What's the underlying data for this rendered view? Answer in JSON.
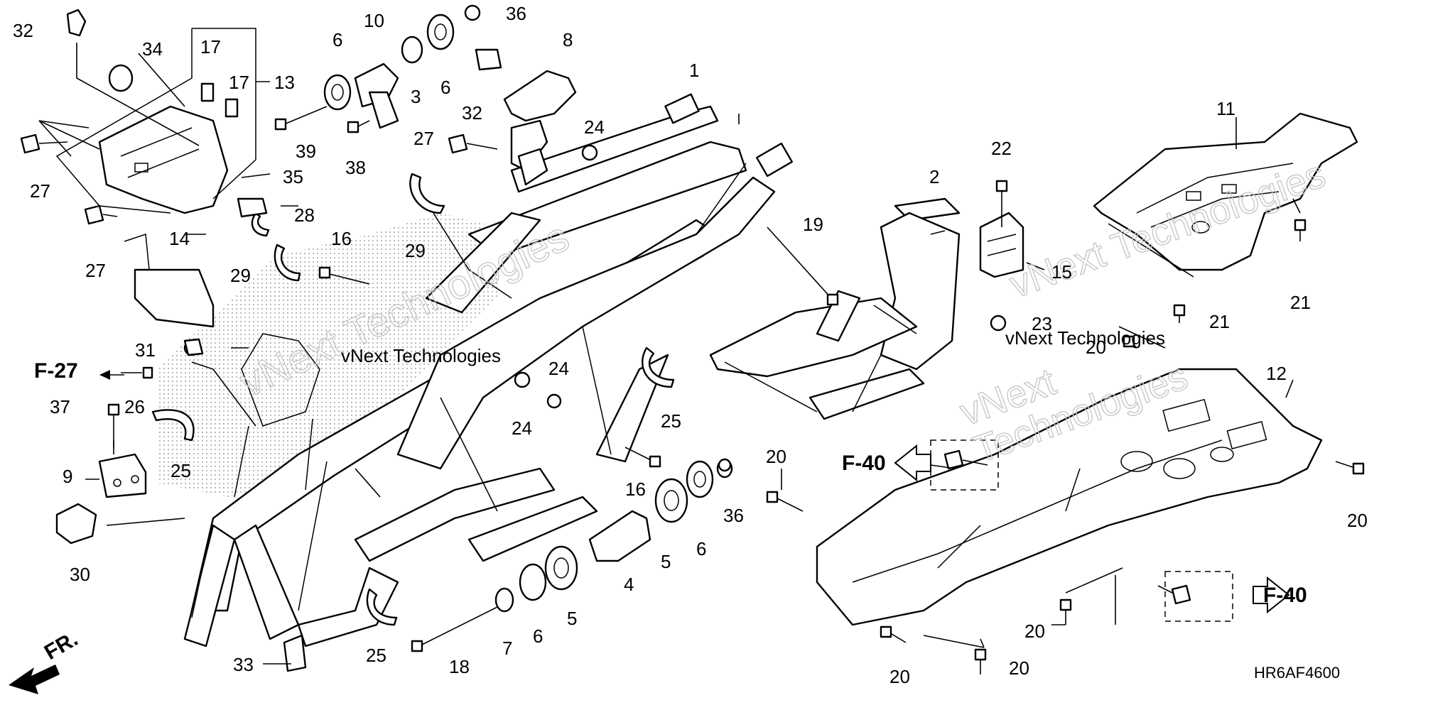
{
  "diagram": {
    "code": "HR6AF4600",
    "direction_label": "FR.",
    "references": [
      "F-27",
      "F-40",
      "F-40"
    ],
    "watermarks": [
      "vNext Technologies",
      "vNext Technologies",
      "vNext\nTechnologies"
    ],
    "callouts": [
      {
        "label": "32"
      },
      {
        "label": "34"
      },
      {
        "label": "17"
      },
      {
        "label": "17"
      },
      {
        "label": "13"
      },
      {
        "label": "10"
      },
      {
        "label": "6"
      },
      {
        "label": "3"
      },
      {
        "label": "6"
      },
      {
        "label": "36"
      },
      {
        "label": "8"
      },
      {
        "label": "32"
      },
      {
        "label": "39"
      },
      {
        "label": "38"
      },
      {
        "label": "35"
      },
      {
        "label": "28"
      },
      {
        "label": "27"
      },
      {
        "label": "27"
      },
      {
        "label": "24"
      },
      {
        "label": "1"
      },
      {
        "label": "27"
      },
      {
        "label": "29"
      },
      {
        "label": "14"
      },
      {
        "label": "29"
      },
      {
        "label": "16"
      },
      {
        "label": "19"
      },
      {
        "label": "2"
      },
      {
        "label": "22"
      },
      {
        "label": "15"
      },
      {
        "label": "11"
      },
      {
        "label": "21"
      },
      {
        "label": "21"
      },
      {
        "label": "23"
      },
      {
        "label": "20"
      },
      {
        "label": "31"
      },
      {
        "label": "26"
      },
      {
        "label": "37"
      },
      {
        "label": "24"
      },
      {
        "label": "24"
      },
      {
        "label": "25"
      },
      {
        "label": "25"
      },
      {
        "label": "9"
      },
      {
        "label": "12"
      },
      {
        "label": "20"
      },
      {
        "label": "20"
      },
      {
        "label": "16"
      },
      {
        "label": "36"
      },
      {
        "label": "30"
      },
      {
        "label": "4"
      },
      {
        "label": "5"
      },
      {
        "label": "6"
      },
      {
        "label": "6"
      },
      {
        "label": "5"
      },
      {
        "label": "7"
      },
      {
        "label": "18"
      },
      {
        "label": "25"
      },
      {
        "label": "33"
      },
      {
        "label": "20"
      },
      {
        "label": "20"
      },
      {
        "label": "20"
      }
    ]
  }
}
